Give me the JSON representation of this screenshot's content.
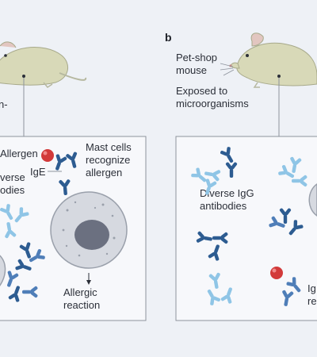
{
  "colors": {
    "background": "#eef1f6",
    "panel_fill": "#f7f8fb",
    "panel_border": "#8d939c",
    "mouse_body": "#d8d9b8",
    "mouse_outline": "#a7a98a",
    "cell_fill": "#d6d9e0",
    "nucleus": "#6b7080",
    "antibody_dark": "#2d5c91",
    "antibody_light": "#8fc5e6",
    "antigen_red": "#d23a3a"
  },
  "panel_b": {
    "letter": "b",
    "mouse_label_1": "Pet-shop",
    "mouse_label_2": "mouse",
    "exposure_1": "Exposed to",
    "exposure_2": "microorganisms",
    "antibodies_1": "Diverse IgG",
    "antibodies_2": "antibodies",
    "cut_label_1": "Ig",
    "cut_label_2": "re"
  },
  "panel_a": {
    "cut_label": "n-",
    "allergen": "Allergen",
    "ige": "IgE",
    "mast_1": "Mast cells",
    "mast_2": "recognize",
    "mast_3": "allergen",
    "diverse_1": "verse",
    "diverse_2": "odies",
    "allergic_1": "Allergic",
    "allergic_2": "reaction"
  }
}
